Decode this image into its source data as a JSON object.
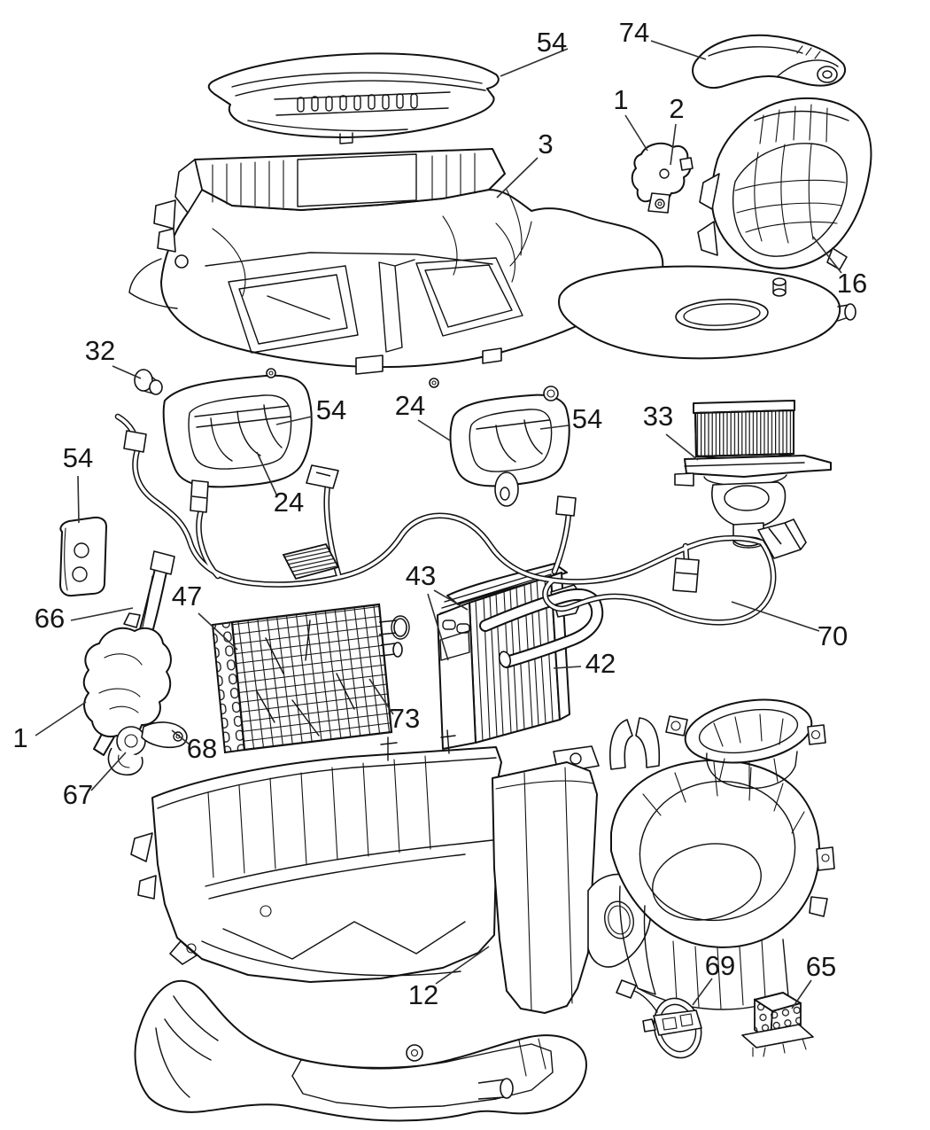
{
  "diagram": {
    "type": "exploded-parts-diagram",
    "subject": "HVAC heater and A/C unit assembly line drawing",
    "background_color": "#ffffff",
    "line_color": "#111111",
    "label_color": "#161616",
    "leader_color": "#2f2f2f",
    "callouts": [
      {
        "text": "54"
      },
      {
        "text": "74"
      },
      {
        "text": "1"
      },
      {
        "text": "2"
      },
      {
        "text": "3"
      },
      {
        "text": "16"
      },
      {
        "text": "32"
      },
      {
        "text": "54"
      },
      {
        "text": "24"
      },
      {
        "text": "54"
      },
      {
        "text": "33"
      },
      {
        "text": "54"
      },
      {
        "text": "24"
      },
      {
        "text": "47"
      },
      {
        "text": "66"
      },
      {
        "text": "43"
      },
      {
        "text": "42"
      },
      {
        "text": "73"
      },
      {
        "text": "70"
      },
      {
        "text": "1"
      },
      {
        "text": "68"
      },
      {
        "text": "67"
      },
      {
        "text": "12"
      },
      {
        "text": "69"
      },
      {
        "text": "65"
      }
    ]
  }
}
